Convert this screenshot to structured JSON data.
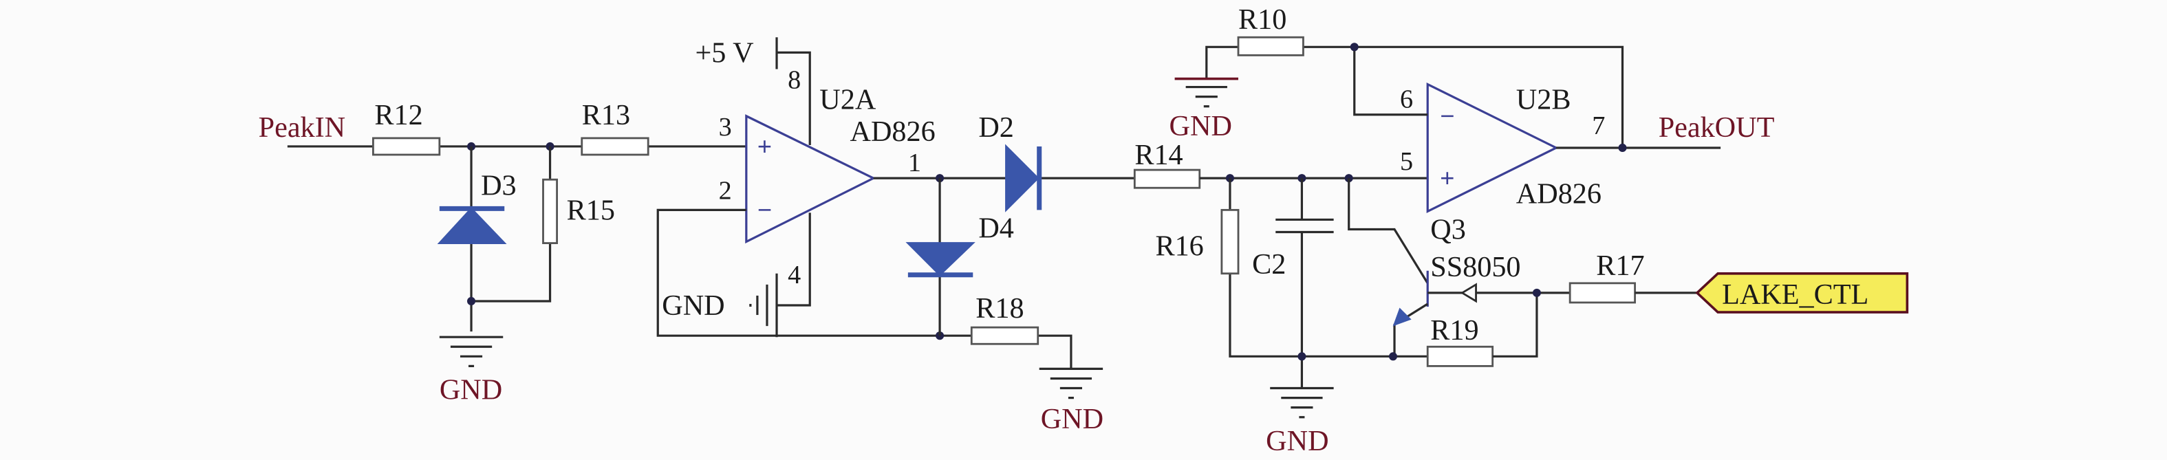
{
  "nets": {
    "peak_in": "PeakIN",
    "peak_out": "PeakOUT",
    "vcc": "+5 V",
    "gnd": "GND",
    "lake_ctl": "LAKE_CTL"
  },
  "parts": {
    "u2a": {
      "ref": "U2A",
      "value": "AD826",
      "pin_plus": "3",
      "pin_minus": "2",
      "pin_out": "1",
      "pin_vcc": "8",
      "pin_gnd": "4",
      "plus_sign": "+",
      "minus_sign": "−"
    },
    "u2b": {
      "ref": "U2B",
      "value": "AD826",
      "pin_minus": "6",
      "pin_plus": "5",
      "pin_out": "7",
      "plus_sign": "+",
      "minus_sign": "−"
    },
    "q3": {
      "ref": "Q3",
      "value": "SS8050"
    },
    "r10": "R10",
    "r12": "R12",
    "r13": "R13",
    "r14": "R14",
    "r15": "R15",
    "r16": "R16",
    "r17": "R17",
    "r18": "R18",
    "r19": "R19",
    "d2": "D2",
    "d3": "D3",
    "d4": "D4",
    "c2": "C2"
  },
  "colors": {
    "wire": "#2b2b2b",
    "opamp": "#3b3f94",
    "diode": "#3a56aa",
    "net_label": "#6e1526",
    "port_fill": "#f5ec5a",
    "port_border": "#5a1020"
  }
}
